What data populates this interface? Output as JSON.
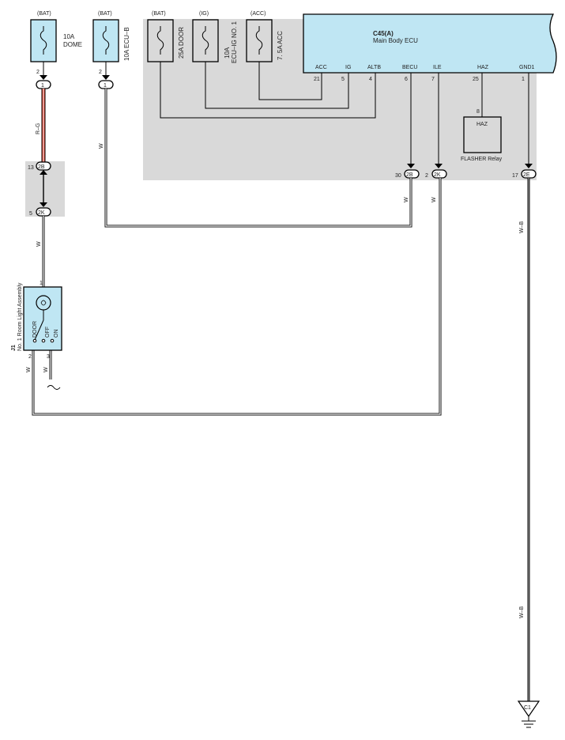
{
  "fuses": {
    "dome": {
      "source": "(BAT)",
      "rating": "10A",
      "name": "DOME",
      "pin": "2",
      "conn": "1"
    },
    "ecub": {
      "source": "(BAT)",
      "label": "10A ECU–B",
      "pin": "2",
      "conn": "1"
    },
    "door": {
      "source": "(BAT)",
      "label": "25A DOOR"
    },
    "ecuig": {
      "source": "(IG)",
      "label1": "10A",
      "label2": "ECU–IG NO. 1"
    },
    "acc": {
      "source": "(ACC)",
      "label": "7. 5A ACC"
    }
  },
  "ecu": {
    "code": "C45(A)",
    "name": "Main Body ECU",
    "pins": [
      {
        "name": "ACC",
        "num": "21"
      },
      {
        "name": "IG",
        "num": "5"
      },
      {
        "name": "ALTB",
        "num": "4"
      },
      {
        "name": "BECU",
        "num": "6"
      },
      {
        "name": "ILE",
        "num": "7"
      },
      {
        "name": "HAZ",
        "num": "25"
      },
      {
        "name": "GND1",
        "num": "1"
      }
    ]
  },
  "relay": {
    "pin": "8",
    "term": "HAZ",
    "name": "FLASHER Relay"
  },
  "connectors": {
    "c2b_left": {
      "pin": "13",
      "code": "2B"
    },
    "c2k_left": {
      "pin": "5",
      "code": "2K"
    },
    "c2b_right": {
      "pin": "30",
      "code": "2B"
    },
    "c2k_right": {
      "pin": "2",
      "code": "2K"
    },
    "c2e": {
      "pin": "17",
      "code": "2E"
    }
  },
  "wires": {
    "rg": "R–G",
    "w": "W",
    "wb": "W–B"
  },
  "roomlight": {
    "code": "J1",
    "name": "No. 1 Room Light Assembly",
    "pos_door": "DOOR",
    "pos_off": "OFF",
    "pos_on": "ON",
    "pin_top": "1",
    "pin2": "2",
    "pin3": "3"
  },
  "ground": {
    "code": "C1"
  }
}
